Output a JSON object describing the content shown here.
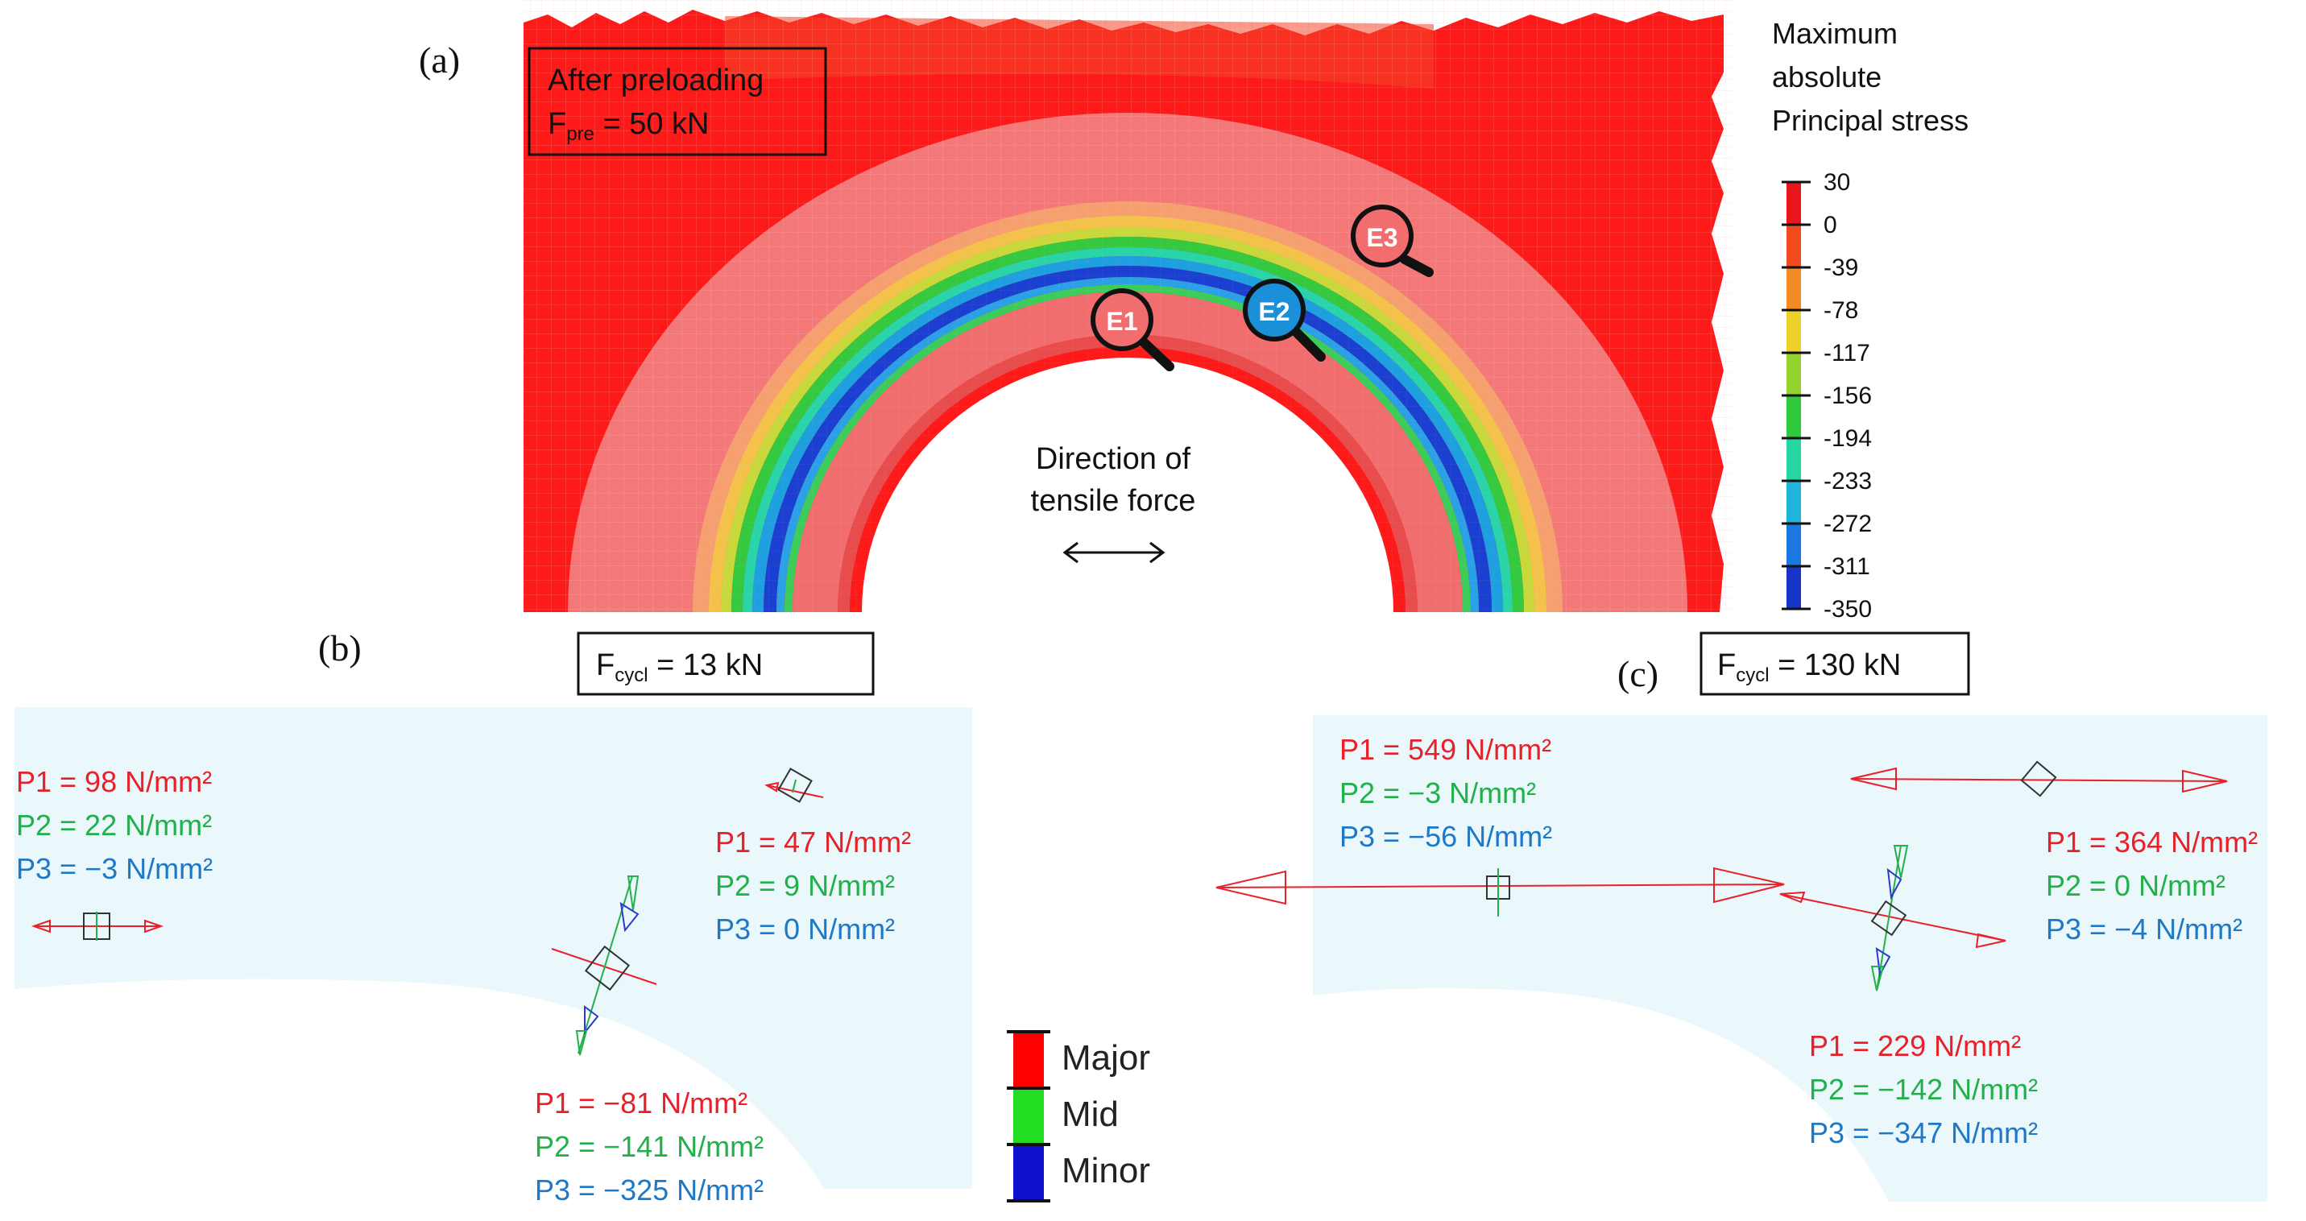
{
  "colors": {
    "bg_panel": "#eaf7fb",
    "mesh_red": "#ff1a1a",
    "ring_pink": "#f57878",
    "p1": "#e8202a",
    "p2": "#22b04b",
    "p3": "#1e78c8"
  },
  "panel_a": {
    "label": "(a)",
    "box_line1": "After preloading",
    "box_line2_main": "F",
    "box_line2_sub": "pre",
    "box_line2_rest": " = 50 kN",
    "direction_line1": "Direction of",
    "direction_line2": "tensile force",
    "markers": [
      "E1",
      "E2",
      "E3"
    ],
    "colorbar": {
      "title_line1": "Maximum",
      "title_line2": "absolute",
      "title_line3": "Principal stress",
      "ticks": [
        "30",
        "0",
        "-39",
        "-78",
        "-117",
        "-156",
        "-194",
        "-233",
        "-272",
        "-311",
        "-350"
      ],
      "colors": [
        "#e8161b",
        "#f04a1e",
        "#f48a24",
        "#ecd12a",
        "#92d330",
        "#2fc93c",
        "#25d6a2",
        "#21b4da",
        "#1a78e0",
        "#1634c8"
      ]
    }
  },
  "panel_b": {
    "label": "(b)",
    "box_main": "F",
    "box_sub": "cycl",
    "box_rest": " = 13 kN",
    "groups": [
      {
        "p1": "P1 = 98 N/mm²",
        "p2": "P2 = 22 N/mm²",
        "p3": "P3 = −3 N/mm²"
      },
      {
        "p1": "P1 = 47 N/mm²",
        "p2": "P2 = 9 N/mm²",
        "p3": "P3 = 0 N/mm²"
      },
      {
        "p1": "P1 = −81 N/mm²",
        "p2": "P2 = −141 N/mm²",
        "p3": "P3 = −325 N/mm²"
      }
    ]
  },
  "panel_c": {
    "label": "(c)",
    "box_main": "F",
    "box_sub": "cycl",
    "box_rest": " = 130 kN",
    "groups": [
      {
        "p1": "P1 = 549 N/mm²",
        "p2": "P2 = −3 N/mm²",
        "p3": "P3 = −56 N/mm²"
      },
      {
        "p1": "P1 = 364 N/mm²",
        "p2": "P2 = 0 N/mm²",
        "p3": "P3 = −4 N/mm²"
      },
      {
        "p1": "P1 = 229 N/mm²",
        "p2": "P2 = −142 N/mm²",
        "p3": "P3 = −347 N/mm²"
      }
    ]
  },
  "legend": {
    "items": [
      {
        "label": "Major",
        "color": "#ff0000"
      },
      {
        "label": "Mid",
        "color": "#22dd22"
      },
      {
        "label": "Minor",
        "color": "#1010cc"
      }
    ]
  }
}
